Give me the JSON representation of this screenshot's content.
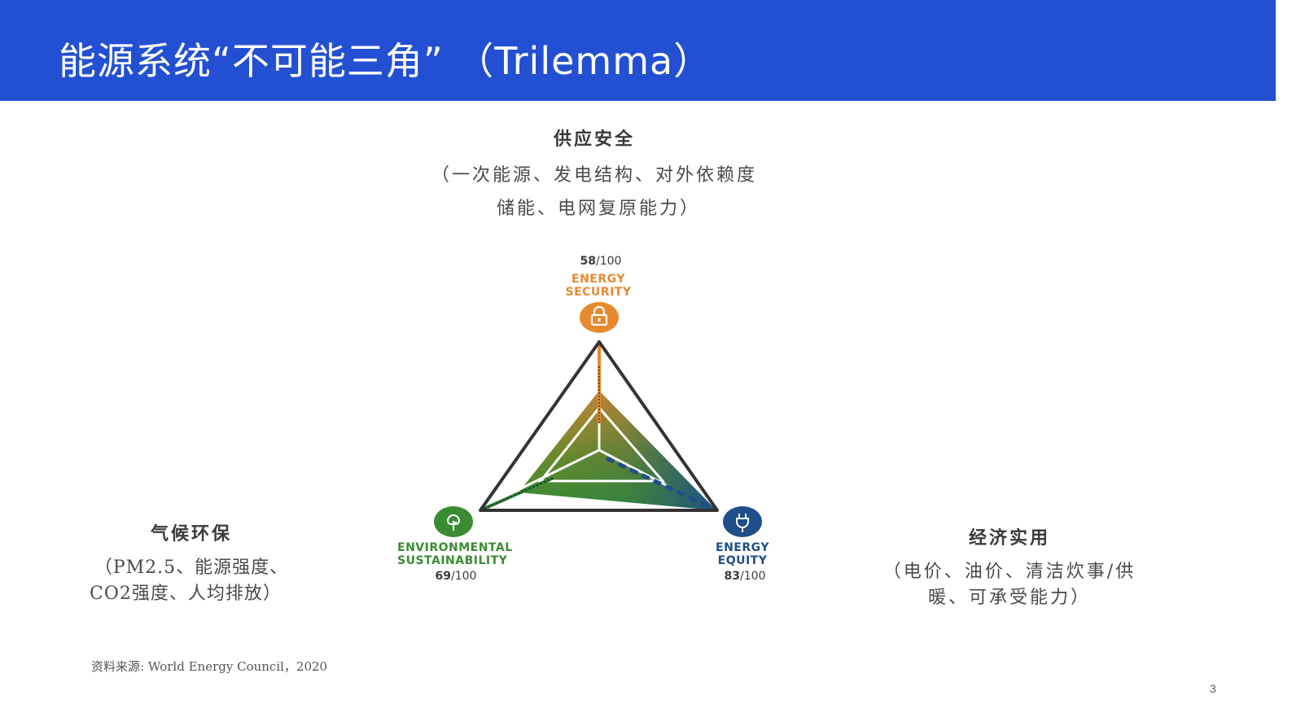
{
  "header": {
    "title": "能源系统“不可能三角” （Trilemma）",
    "background_color": "#2350d3"
  },
  "categories": {
    "top": {
      "title": "供应安全",
      "desc_line1": "（一次能源、发电结构、对外依赖度",
      "desc_line2": "储能、电网复原能力）"
    },
    "left": {
      "title": "气候环保",
      "desc_line1": "（PM2.5、能源强度、",
      "desc_line2": "CO2强度、人均排放）"
    },
    "right": {
      "title": "经济实用",
      "desc_line1": "（电价、油价、清洁炊事/供",
      "desc_line2": "暖、可承受能力）"
    }
  },
  "diagram": {
    "security": {
      "score": "58",
      "max": "/100",
      "label_line1": "ENERGY",
      "label_line2": "SECURITY",
      "icon": "lock-icon",
      "color": "#e8892e"
    },
    "sustainability": {
      "score": "69",
      "max": "/100",
      "label_line1": "ENVIRONMENTAL",
      "label_line2": "SUSTAINABILITY",
      "icon": "tree-icon",
      "color": "#3a8c32"
    },
    "equity": {
      "score": "83",
      "max": "/100",
      "label_line1": "ENERGY",
      "label_line2": "EQUITY",
      "icon": "plug-icon",
      "color": "#1f4f8a"
    }
  },
  "footer": {
    "source": "资料来源: World Energy Council，2020",
    "page_number": "3"
  }
}
